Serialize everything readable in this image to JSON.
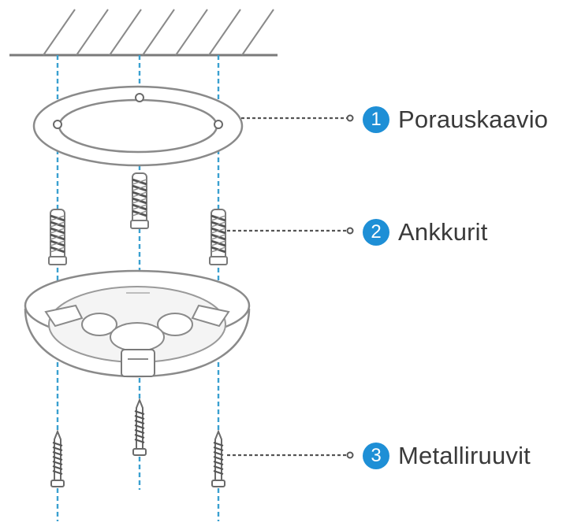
{
  "accent_color": "#1e8fd6",
  "guide_color": "#3aa0d0",
  "callouts": [
    {
      "number": "1",
      "label": "Porauskaavio",
      "icon": "number-badge-icon"
    },
    {
      "number": "2",
      "label": "Ankkurit",
      "icon": "number-badge-icon"
    },
    {
      "number": "3",
      "label": "Metalliruuvit",
      "icon": "number-badge-icon"
    }
  ],
  "parts": [
    "ceiling-hatch-icon",
    "drilling-template-icon",
    "wall-anchor-icon",
    "mounting-base-icon",
    "metal-screw-icon"
  ]
}
